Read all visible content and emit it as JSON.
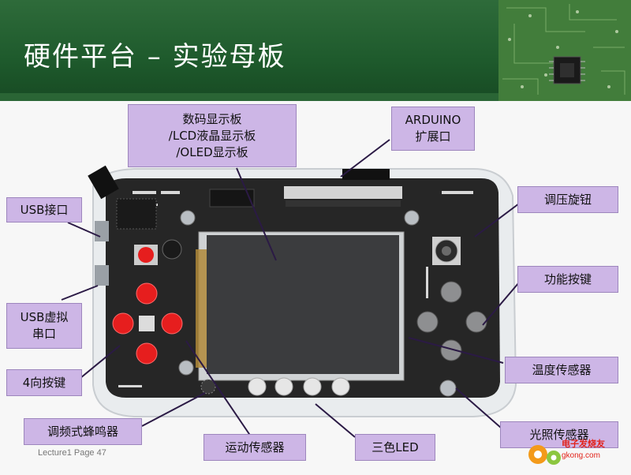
{
  "slide": {
    "title": "硬件平台 – 实验母板",
    "footer": "Lecture1    Page 47"
  },
  "watermark": {
    "brand": "电子发烧友",
    "site": "gkong.com"
  },
  "callouts": {
    "display_board": [
      "数码显示板",
      "/LCD液晶显示板",
      "/OLED显示板"
    ],
    "arduino": [
      "ARDUINO",
      "扩展口"
    ],
    "usb_port": [
      "USB接口"
    ],
    "potentiometer": [
      "调压旋钮"
    ],
    "function_keys": [
      "功能按键"
    ],
    "usb_serial": [
      "USB虚拟",
      "串口"
    ],
    "temp_sensor": [
      "温度传感器"
    ],
    "four_keys": [
      "4向按键"
    ],
    "light_sensor": [
      "光照传感器"
    ],
    "buzzer": [
      "调频式蜂鸣器"
    ],
    "motion_sensor": [
      "运动传感器"
    ],
    "rgb_led": [
      "三色LED"
    ]
  },
  "colors": {
    "header_green": "#1e5a2c",
    "callout_fill": "#cdb6e6",
    "leader_line": "#2b1a45",
    "pcb": "#2a2a2a",
    "button_red": "#e61e1e"
  }
}
